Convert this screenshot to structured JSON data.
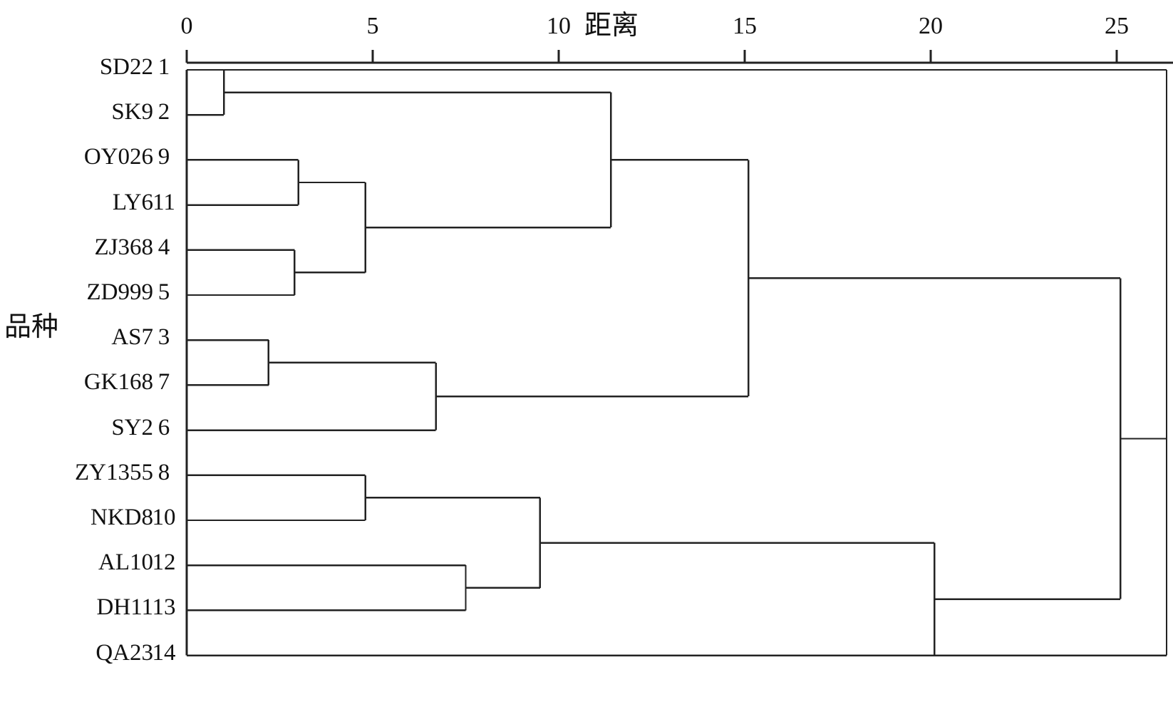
{
  "chart_data": {
    "type": "dendrogram",
    "title": "",
    "xlabel": "距离",
    "ylabel": "品种",
    "xlim": [
      0,
      26.4
    ],
    "x_ticks": [
      0,
      5,
      10,
      15,
      20,
      25
    ],
    "x_tick_labels": [
      "0",
      "5",
      "10",
      "15",
      "20",
      "25"
    ],
    "grid": false,
    "legend": null,
    "axis_position": "top",
    "orientation": "left-to-right",
    "leaves": [
      {
        "name": "SD22",
        "num": "1",
        "order": 0
      },
      {
        "name": "SK9",
        "num": "2",
        "order": 1
      },
      {
        "name": "OY026",
        "num": "9",
        "order": 2
      },
      {
        "name": "LY6",
        "num": "11",
        "order": 3
      },
      {
        "name": "ZJ368",
        "num": "4",
        "order": 4
      },
      {
        "name": "ZD999",
        "num": "5",
        "order": 5
      },
      {
        "name": "AS7",
        "num": "3",
        "order": 6
      },
      {
        "name": "GK168",
        "num": "7",
        "order": 7
      },
      {
        "name": "SY2",
        "num": "6",
        "order": 8
      },
      {
        "name": "ZY1355",
        "num": "8",
        "order": 9
      },
      {
        "name": "NKD8",
        "num": "10",
        "order": 10
      },
      {
        "name": "AL10",
        "num": "12",
        "order": 11
      },
      {
        "name": "DH11",
        "num": "13",
        "order": 12
      },
      {
        "name": "QA23",
        "num": "14",
        "order": 13
      }
    ],
    "merges": [
      {
        "id": "m1",
        "left": "leaf:0",
        "right": "leaf:1",
        "distance": 1.0
      },
      {
        "id": "m2",
        "left": "leaf:2",
        "right": "leaf:3",
        "distance": 3.0
      },
      {
        "id": "m3",
        "left": "leaf:4",
        "right": "leaf:5",
        "distance": 2.9
      },
      {
        "id": "m4",
        "left": "m2",
        "right": "m3",
        "distance": 4.8
      },
      {
        "id": "m5",
        "left": "leaf:6",
        "right": "leaf:7",
        "distance": 2.2
      },
      {
        "id": "m6",
        "left": "m5",
        "right": "leaf:8",
        "distance": 6.7
      },
      {
        "id": "m7",
        "left": "leaf:9",
        "right": "leaf:10",
        "distance": 4.8
      },
      {
        "id": "m8",
        "left": "leaf:11",
        "right": "leaf:12",
        "distance": 7.5
      },
      {
        "id": "m9",
        "left": "m7",
        "right": "m8",
        "distance": 9.5
      },
      {
        "id": "m10",
        "left": "m1",
        "right": "m4",
        "distance": 11.4
      },
      {
        "id": "m11",
        "left": "m10",
        "right": "m6",
        "distance": 15.1
      },
      {
        "id": "m12",
        "left": "m9",
        "right": "leaf:13",
        "distance": 20.1
      },
      {
        "id": "m13",
        "left": "m11",
        "right": "m12",
        "distance": 25.1
      }
    ],
    "colors": {
      "line": "#222222",
      "axis": "#222222",
      "text": "#111111",
      "background": "#ffffff"
    }
  }
}
